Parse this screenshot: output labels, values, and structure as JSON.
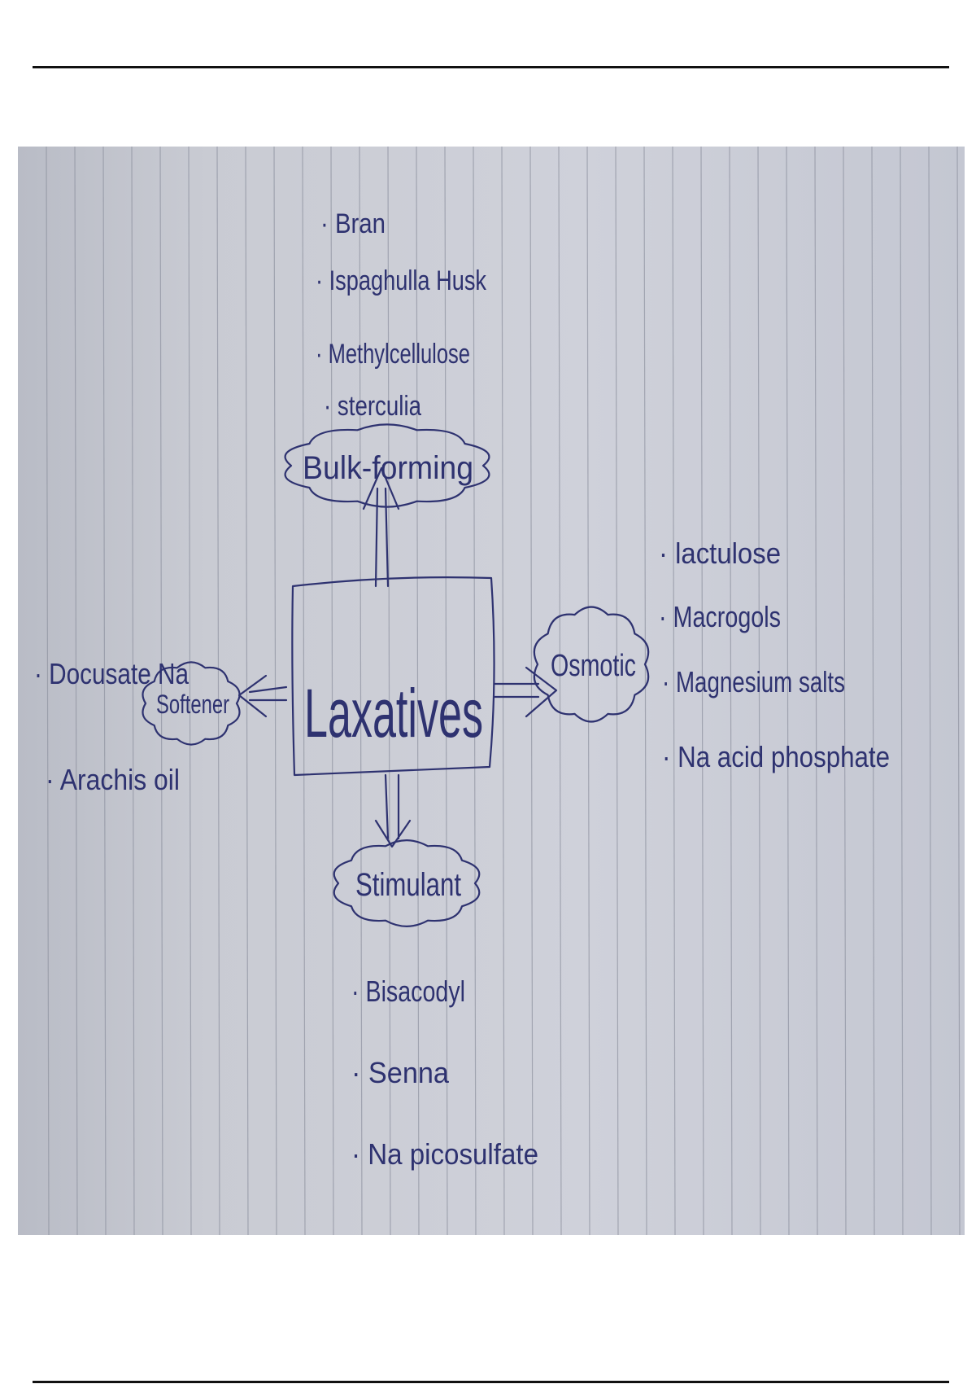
{
  "diagram": {
    "center": "Laxatives",
    "branches": [
      {
        "id": "bulk",
        "label": "Bulk-forming",
        "items": [
          "Bran",
          "Ispaghulla Husk",
          "Methylcellulose",
          "sterculia"
        ]
      },
      {
        "id": "osmotic",
        "label": "Osmotic",
        "items": [
          "lactulose",
          "Macrogols",
          "Magnesium salts",
          "Na acid phosphate"
        ]
      },
      {
        "id": "softener",
        "label": "Softener",
        "items": [
          "Docusate Na",
          "Arachis oil"
        ]
      },
      {
        "id": "stimulant",
        "label": "Stimulant",
        "items": [
          "Bisacodyl",
          "Senna",
          "Na picosulfate"
        ]
      }
    ]
  },
  "colors": {
    "ink": "#2e3270",
    "paper": "#cdd0d9",
    "ruling": "#8e92a0",
    "rule": "#111111"
  }
}
